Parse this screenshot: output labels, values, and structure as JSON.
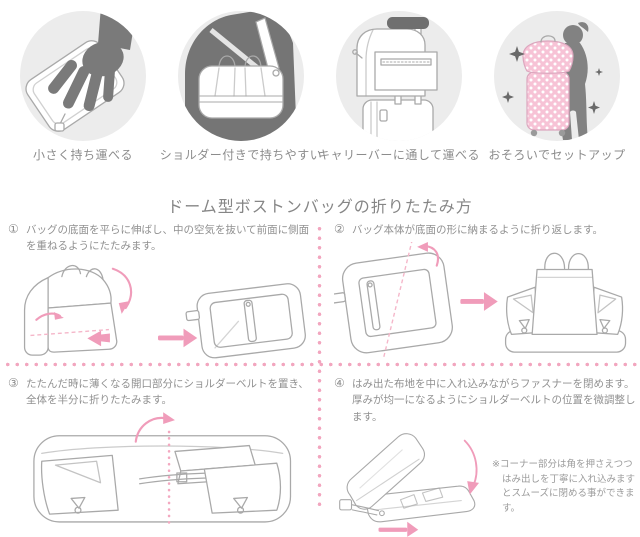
{
  "title": "ドーム型ボストンバッグの折りたたみ方",
  "features": [
    {
      "icon": "hand-carry-icon",
      "caption": "小さく持ち運べる"
    },
    {
      "icon": "shoulder-bag-icon",
      "caption": "ショルダー付きで持ちやすい"
    },
    {
      "icon": "carry-bar-icon",
      "caption": "キャリーバーに通して運べる"
    },
    {
      "icon": "matching-set-icon",
      "caption": "おそろいでセットアップ"
    }
  ],
  "steps": [
    {
      "number": "①",
      "text": "バッグの底面を平らに伸ばし、中の空気を抜いて前面に側面を重ねるようにたたみます。"
    },
    {
      "number": "②",
      "text": "バッグ本体が底面の形に納まるように折り返します。"
    },
    {
      "number": "③",
      "text": "たたんだ時に薄くなる開口部分にショルダーベルトを置き、全体を半分に折りたたみます。"
    },
    {
      "number": "④",
      "text": "はみ出た布地を中に入れ込みながらファスナーを閉めます。厚みが均一になるようにショルダーベルトの位置を微調整します。"
    }
  ],
  "note": "※コーナー部分は角を押さえつつはみ出しを丁寧に入れ込みますとスムーズに閉める事ができます。",
  "colors": {
    "accent_pink": "#f09cba",
    "dot_pink": "#f2a6bf",
    "polka_pink": "#f7c3d6",
    "circle_bg": "#ececec",
    "silhouette_gray": "#7a7a7a",
    "line_art_gray": "#a9a9a9",
    "text_gray": "#8f8f8f"
  }
}
